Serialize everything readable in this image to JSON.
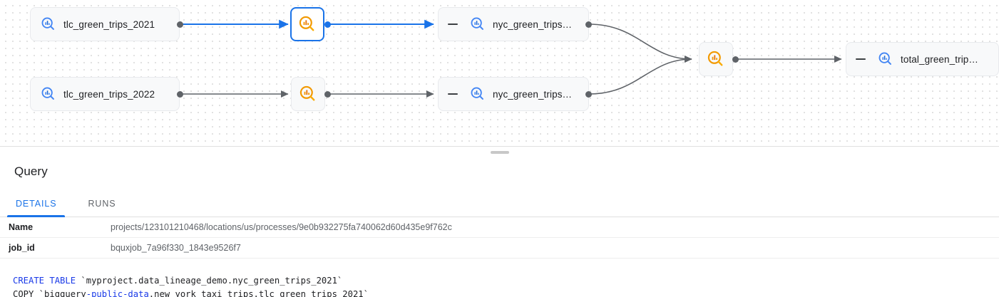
{
  "graph": {
    "nodes": [
      {
        "id": "tlc2021",
        "type": "table",
        "label": "tlc_green_trips_2021",
        "icon": "bigquery-table-icon",
        "icon_color": "#4285f4",
        "selected": false,
        "has_collapse": false
      },
      {
        "id": "proc1",
        "type": "process",
        "label": "",
        "icon": "query-process-icon",
        "icon_color": "#f29900",
        "selected": true,
        "has_collapse": false
      },
      {
        "id": "nyc2021",
        "type": "table",
        "label": "nyc_green_trips…",
        "icon": "bigquery-table-icon",
        "icon_color": "#4285f4",
        "selected": false,
        "has_collapse": true
      },
      {
        "id": "tlc2022",
        "type": "table",
        "label": "tlc_green_trips_2022",
        "icon": "bigquery-table-icon",
        "icon_color": "#4285f4",
        "selected": false,
        "has_collapse": false
      },
      {
        "id": "proc2",
        "type": "process",
        "label": "",
        "icon": "query-process-icon",
        "icon_color": "#f29900",
        "selected": false,
        "has_collapse": false
      },
      {
        "id": "nyc2022",
        "type": "table",
        "label": "nyc_green_trips…",
        "icon": "bigquery-table-icon",
        "icon_color": "#4285f4",
        "selected": false,
        "has_collapse": true
      },
      {
        "id": "proc3",
        "type": "process",
        "label": "",
        "icon": "query-process-icon",
        "icon_color": "#f29900",
        "selected": false,
        "has_collapse": false
      },
      {
        "id": "total",
        "type": "table",
        "label": "total_green_trip…",
        "icon": "bigquery-table-icon",
        "icon_color": "#4285f4",
        "selected": false,
        "has_collapse": true
      }
    ],
    "edge_colors": {
      "highlighted": "#1a73e8",
      "normal": "#5f6368"
    }
  },
  "splitter": {
    "handle": "panel-resize-handle"
  },
  "panel": {
    "title": "Query",
    "tabs": [
      {
        "id": "details",
        "label": "DETAILS",
        "active": true
      },
      {
        "id": "runs",
        "label": "RUNS",
        "active": false
      }
    ],
    "details": [
      {
        "key": "Name",
        "value": "projects/123101210468/locations/us/processes/9e0b932275fa740062d60d435e9f762c"
      },
      {
        "key": "job_id",
        "value": "bquxjob_7a96f330_1843e9526f7"
      }
    ],
    "code": {
      "line1_kw": "CREATE TABLE",
      "line1_rest": " `myproject.data_lineage_demo.nyc_green_trips_2021`",
      "line2_a": "COPY `bigquery",
      "line2_b": "-public-data",
      "line2_c": ".new_york_taxi_trips.tlc_green_trips_2021`"
    }
  }
}
